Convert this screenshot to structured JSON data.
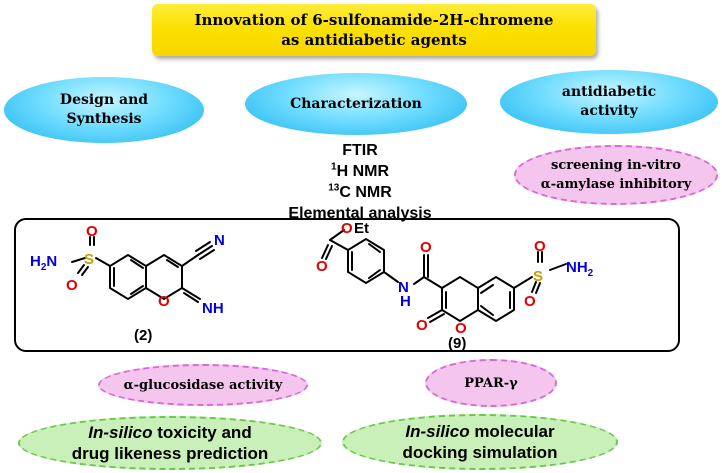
{
  "title": {
    "line1": "Innovation of 6-sulfonamide-2H-chromene",
    "line2": "as antidiabetic agents"
  },
  "nodes": {
    "design": {
      "line1": "Design and",
      "line2": "Synthesis"
    },
    "characterization": {
      "label": "Characterization"
    },
    "activity": {
      "line1": "antidiabetic",
      "line2": "activity"
    },
    "screening": {
      "line1": "screening in-vitro",
      "line2": "α-amylase inhibitory"
    },
    "glucosidase": {
      "label": "α-glucosidase activity"
    },
    "ppar": {
      "label": "PPAR-γ"
    },
    "toxicity": {
      "line1_italic": "In-silico",
      "line1_rest": " toxicity and",
      "line2": "drug likeness prediction"
    },
    "docking": {
      "line1_italic": "In-silico",
      "line1_rest": " molecular",
      "line2": "docking simulation"
    }
  },
  "characterization_methods": {
    "ftir": "FTIR",
    "h_nmr_sup": "1",
    "h_nmr": "H NMR",
    "c_nmr_sup": "13",
    "c_nmr": "C NMR",
    "elemental": "Elemental analysis"
  },
  "compounds": {
    "c2": {
      "label": "(2)",
      "h2n": "H₂N",
      "s": "S",
      "o_top": "O",
      "o_bottom": "O",
      "ring_o": "O",
      "n_nitrile": "N",
      "nh": "NH"
    },
    "c9": {
      "label": "(9)",
      "o_ester": "O",
      "et": "Et",
      "o_amide": "O",
      "nh": "N",
      "h": "H",
      "o_lactone": "O",
      "ring_o": "O",
      "s": "S",
      "o_s_top": "O",
      "o_s_bottom": "O",
      "nh2": "NH₂"
    }
  },
  "colors": {
    "title_bg": "#fbe100",
    "blue_node": "#3fc7f5",
    "pink_node": "#f4c6ee",
    "green_node": "#c9f0b8",
    "oxygen": "#e00000",
    "nitrogen": "#0000e0",
    "sulfur": "#c8a000"
  }
}
